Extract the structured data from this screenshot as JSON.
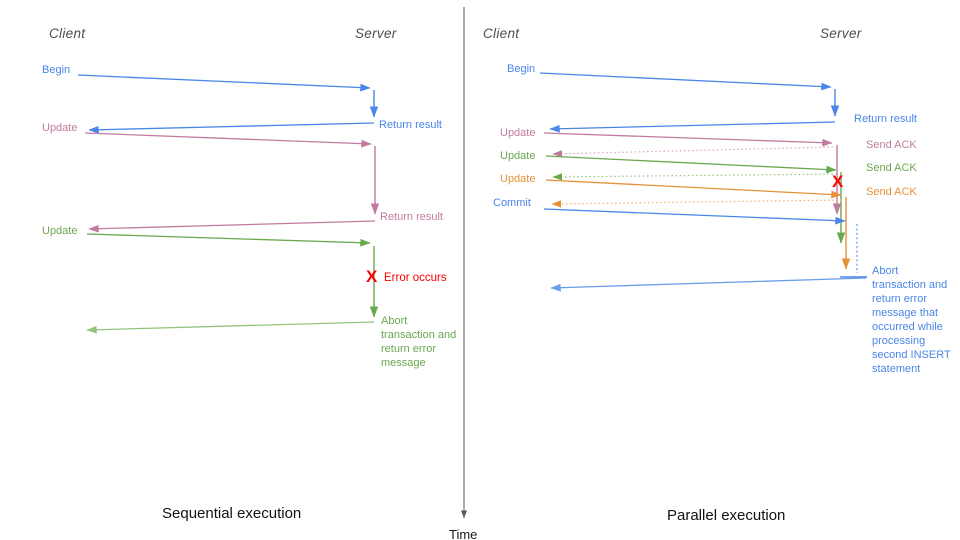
{
  "diagram": {
    "left": {
      "title": "Sequential execution",
      "client_header": "Client",
      "server_header": "Server",
      "begin_label": "Begin",
      "return_result_1": "Return result",
      "update_1": "Update",
      "return_result_2": "Return result",
      "update_2": "Update",
      "error_x": "X",
      "error_label": "Error occurs",
      "abort_label": "Abort transaction and return error message"
    },
    "right": {
      "title": "Parallel execution",
      "client_header": "Client",
      "server_header": "Server",
      "begin_label": "Begin",
      "return_result": "Return result",
      "update_1": "Update",
      "send_ack_1": "Send ACK",
      "update_2": "Update",
      "send_ack_2": "Send ACK",
      "update_3": "Update",
      "send_ack_3": "Send ACK",
      "commit_label": "Commit",
      "error_x": "X",
      "abort_label": "Abort transaction and return error message that occurred while processing second INSERT statement"
    },
    "time_axis_label": "Time",
    "colors": {
      "blue": "#4a86e8",
      "light_blue": "#6d9eeb",
      "pink": "#c27ba0",
      "light_pink": "#d5a6bd",
      "green": "#6aa84f",
      "light_green": "#93c47d",
      "orange": "#e69138",
      "light_orange": "#f6b26b",
      "red": "#ff0000",
      "header_gray": "#4d4d4d",
      "axis_gray": "#595959"
    }
  }
}
